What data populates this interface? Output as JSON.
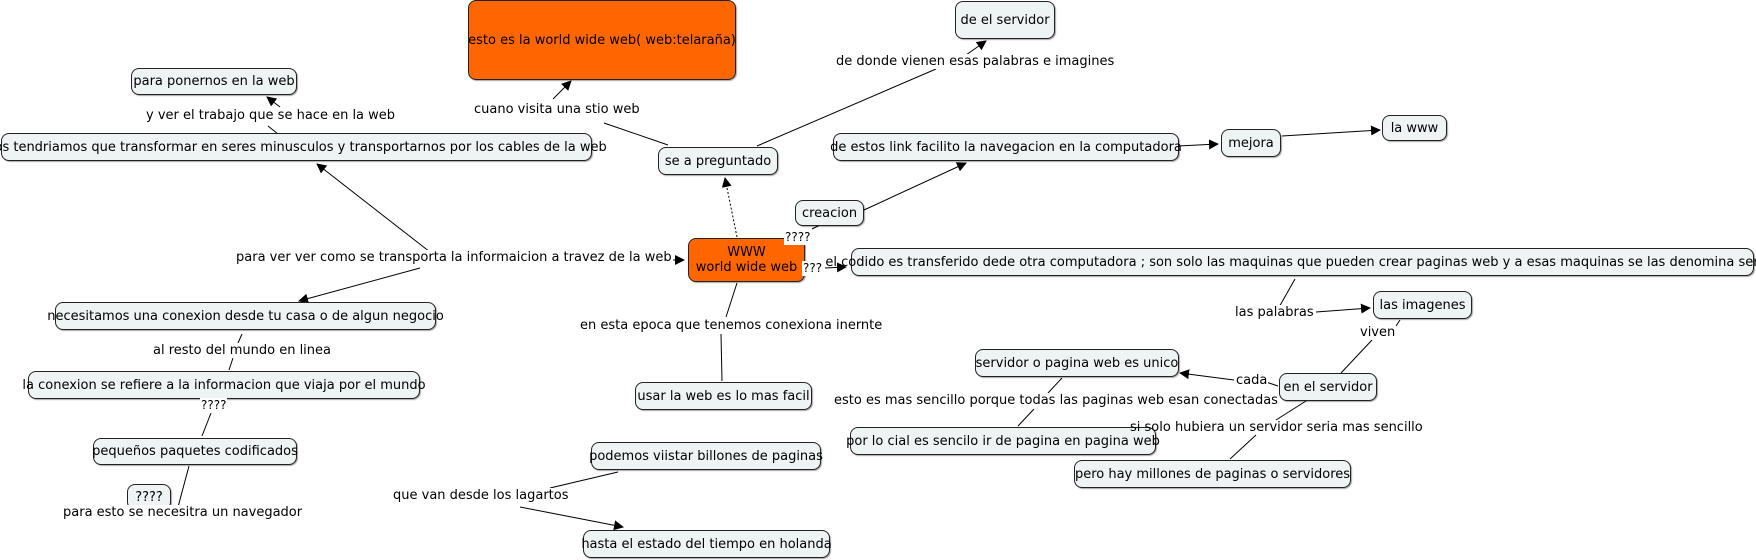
{
  "colors": {
    "highlight": "#ff6600",
    "concept": "#eef3f4",
    "line": "#000000"
  },
  "concepts": {
    "center_line1": "WWW",
    "center_line2": "world wide web",
    "esto_es": "esto es la world wide web( web:telaraña)",
    "de_el_servidor": "de el servidor",
    "se_a_preguntado": "se a preguntado",
    "para_ponernos": "para ponernos en la web",
    "nos_tendriamos": "nos tendriamos que transformar en seres minusculos y transportarnos por los cables de la web",
    "de_estos_link": "de estos link facilito la navegacion en la computadora",
    "mejora": "mejora",
    "la_www": " la www",
    "creacion": "creacion",
    "el_codido": "el codido es transferido dede otra computadora ; son solo las maquinas que pueden crear paginas web y a esas maquinas se las denomina server",
    "las_imagenes": "las imagenes",
    "necesitamos": "necesitamos una conexion desde tu casa o de algun negocio",
    "la_conexion": "la conexion se refiere a la informacion que viaja por el mundo",
    "pequenos": "pequeños paquetes codificados",
    "qqqq_node": "????",
    "usar_la_web": "usar la web es lo mas facil",
    "servidor_unico": "servidor o pagina web es unico",
    "en_el_servidor": "en el servidor",
    "por_lo_cial": "por lo cial es sencilo ir de pagina en pagina web",
    "pero_hay": "pero  hay millones de paginas o servidores",
    "podemos": "podemos viistar billones de paginas",
    "hasta_el_estado": "hasta el estado del tiempo en holanda"
  },
  "links": {
    "cuano_visita": "cuano visita una stio web",
    "de_donde_vienen": "de donde vienen esas palabras e imagines",
    "y_ver_el_trabajo": "y ver el trabajo que se hace en la web",
    "para_ver": "para ver ver como se transporta la informaicion a travez de la web",
    "q_creacion": "????",
    "q_codido": "???",
    "en_esta_epoca": "en esta epoca que tenemos conexiona inernte",
    "al_resto": "al resto del mundo en linea",
    "q_conexion": "????",
    "para_esto": "para esto se necesitra un navegador",
    "las_palabras": "las palabras",
    "viven": "viven",
    "cada": "cada",
    "esto_es_mas_sencillo": "esto es mas sencillo porque todas las paginas web esan conectadas",
    "si_solo_hubiera": "si solo hubiera un servidor  seria mas sencillo",
    "que_van_desde": "que van desde los lagartos"
  }
}
